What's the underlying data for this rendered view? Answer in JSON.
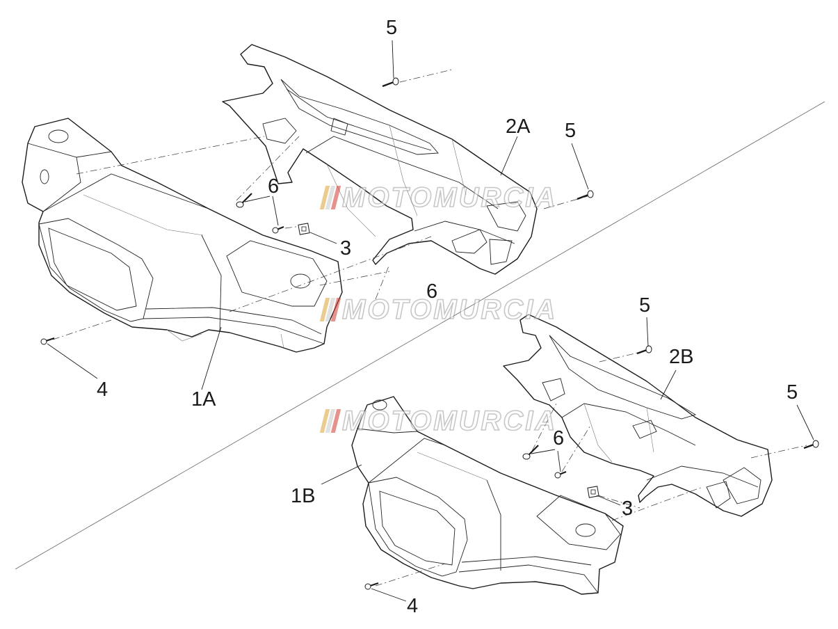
{
  "callouts": {
    "c5_top": "5",
    "c2A": "2A",
    "c5_right_top": "5",
    "c6_upper": "6",
    "c3_upper": "3",
    "c6_mid": "6",
    "c4_left": "4",
    "c1A": "1A",
    "c5_mid": "5",
    "c2B": "2B",
    "c5_right_low": "5",
    "c6_lower": "6",
    "c1B": "1B",
    "c3_lower": "3",
    "c4_bottom": "4"
  },
  "watermark": {
    "text": "MOTOMURCIA",
    "bar_colors": [
      "#d9a436",
      "#c9c9c9",
      "#d23b33"
    ]
  },
  "colors": {
    "line": "#1a1a1a",
    "background": "#ffffff"
  }
}
